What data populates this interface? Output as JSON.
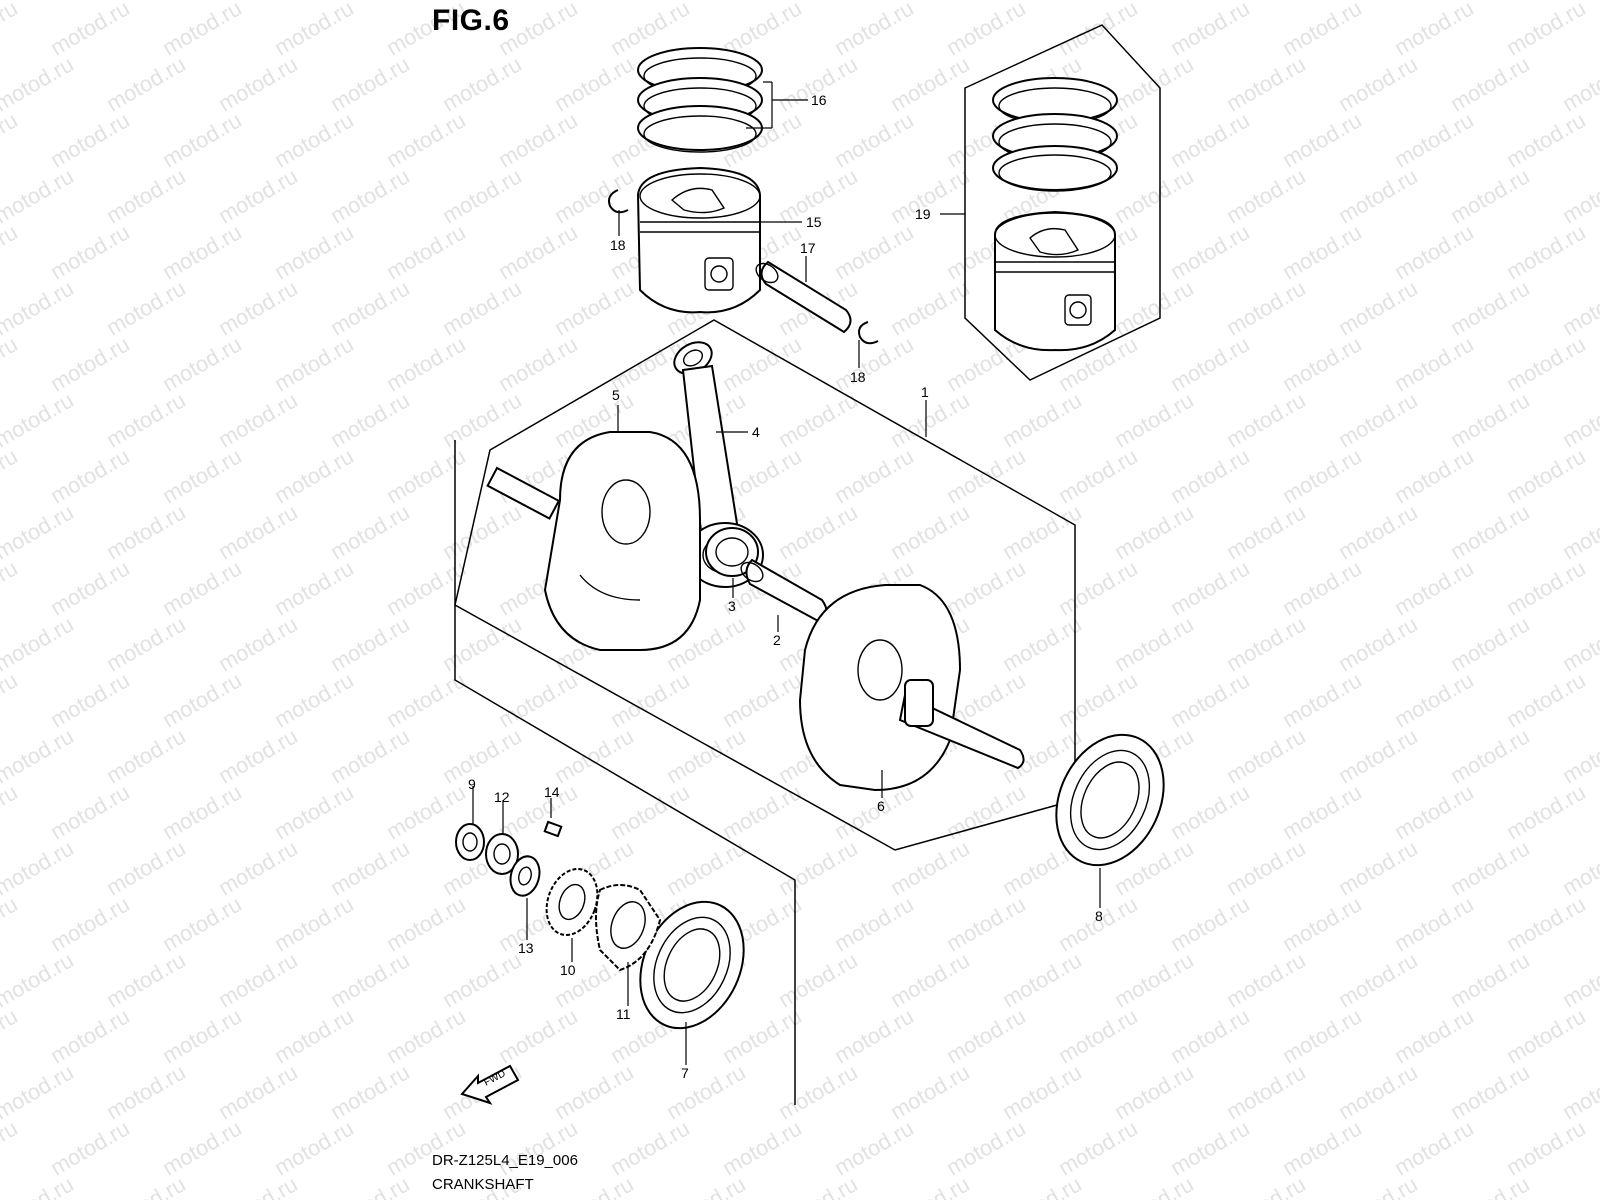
{
  "figure_label": "FIG.6",
  "footer": {
    "code": "DR-Z125L4_E19_006",
    "title": "CRANKSHAFT"
  },
  "watermark": "motod.ru",
  "fwd_label": "FWD",
  "callouts": [
    "1",
    "2",
    "3",
    "4",
    "5",
    "6",
    "7",
    "8",
    "9",
    "10",
    "11",
    "12",
    "13",
    "14",
    "15",
    "16",
    "17",
    "18",
    "18",
    "19"
  ]
}
